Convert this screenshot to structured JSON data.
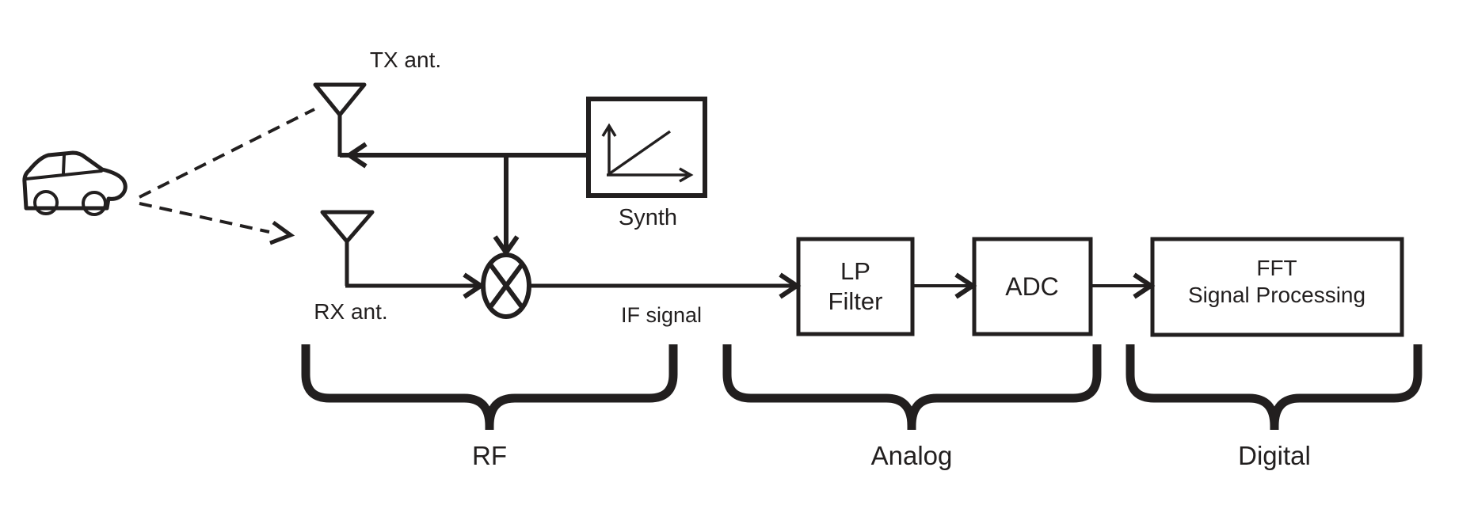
{
  "figure": {
    "description": "FMCW radar front-end block diagram"
  },
  "colors": {
    "line": "#221f1f",
    "text": "#221f1f",
    "antenna_fill": "#f2f2f2",
    "wheel_fill": "#8d8d8d",
    "mixer_fill": "#ffffff",
    "background": "#ffffff"
  },
  "icons": {
    "car-icon": "svg-car-side-outline",
    "tx-antenna-icon": "svg-inverted-triangle-antenna",
    "rx-antenna-icon": "svg-inverted-triangle-antenna",
    "mixer-icon": "svg-circle-with-x",
    "chirp-icon": "svg-axes-with-ramp",
    "radar-wave-icon": "svg-dashed-ray"
  },
  "antennas": {
    "tx": {
      "label": "TX ant."
    },
    "rx": {
      "label": "RX ant."
    }
  },
  "blocks": {
    "synth": {
      "label": "Synth"
    },
    "lp_filter": {
      "line1": "LP",
      "line2": "Filter"
    },
    "adc": {
      "label": "ADC"
    },
    "fft": {
      "line1": "FFT",
      "line2": "Signal Processing"
    }
  },
  "signals": {
    "if": {
      "label": "IF signal"
    }
  },
  "sections": {
    "rf": {
      "label": "RF"
    },
    "analog": {
      "label": "Analog"
    },
    "digital": {
      "label": "Digital"
    }
  }
}
